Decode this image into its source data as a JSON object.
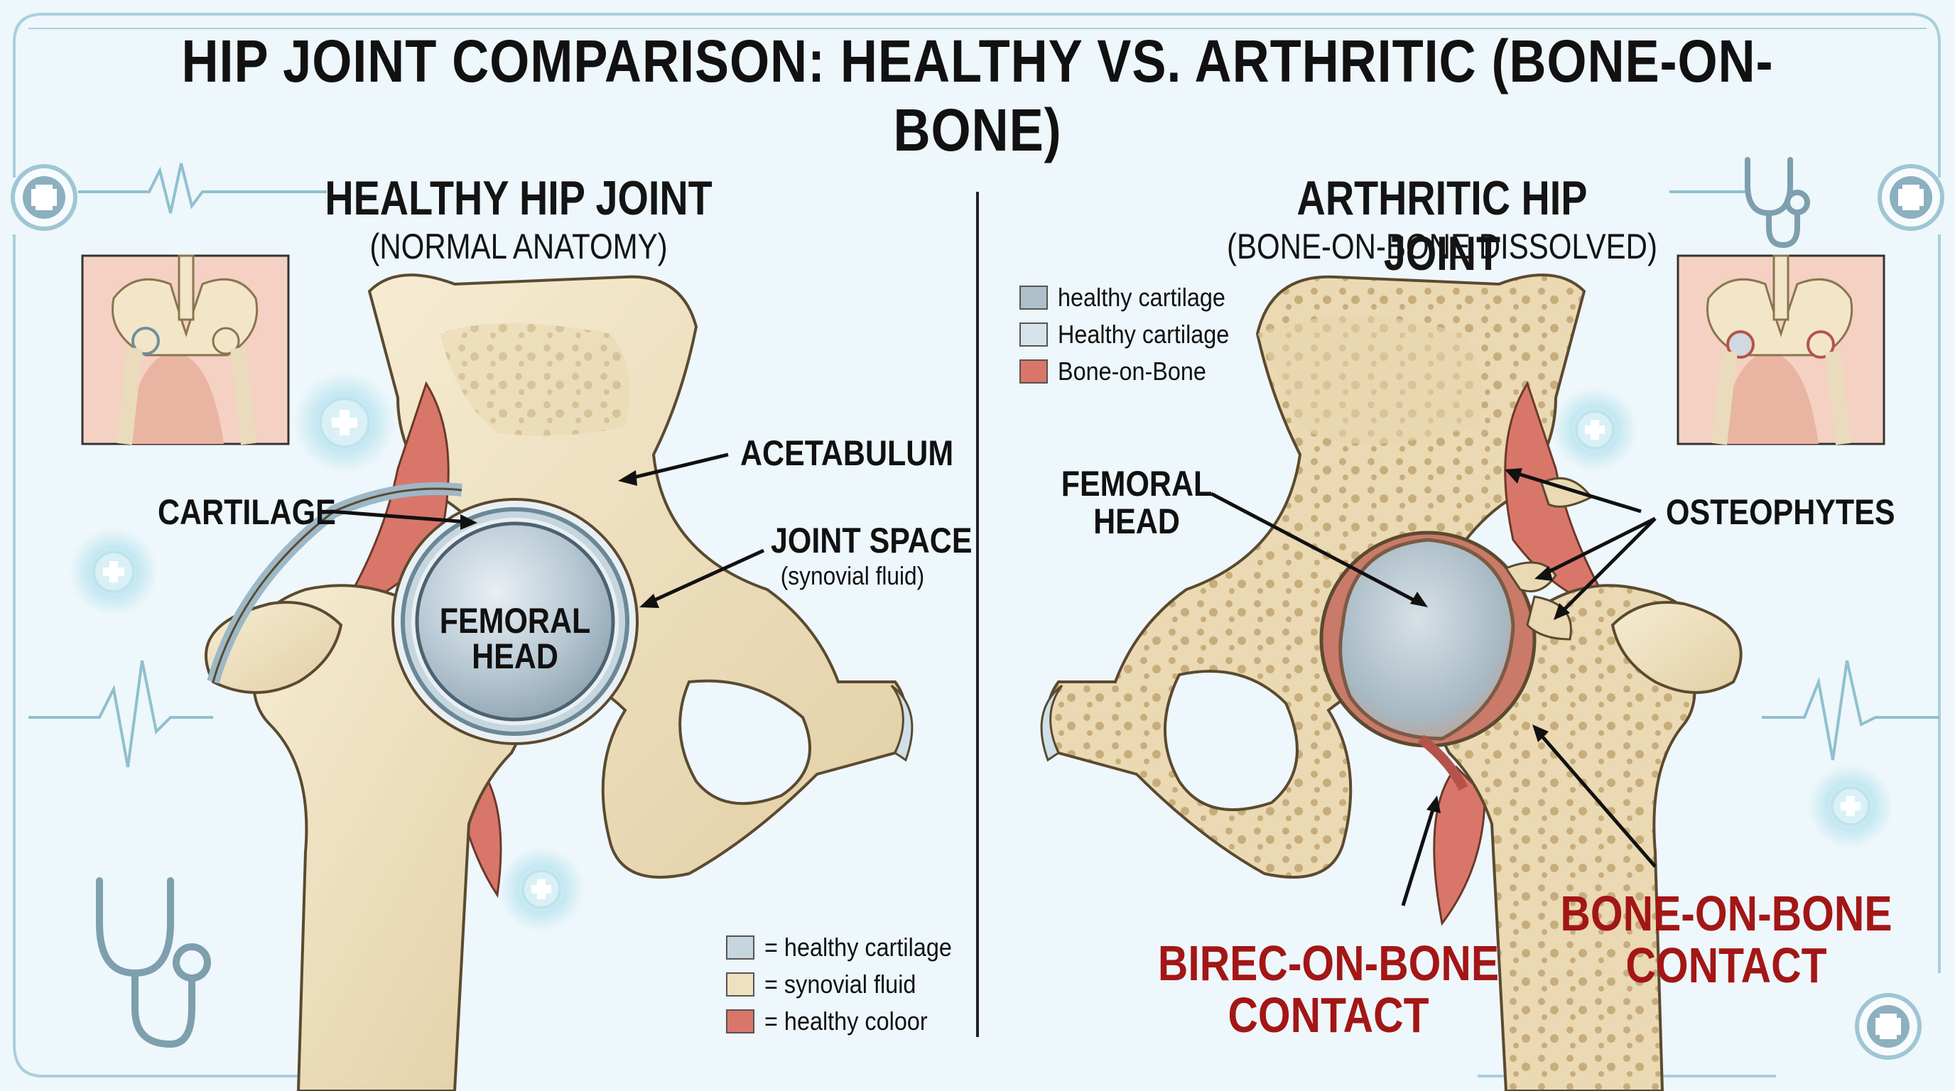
{
  "title": "HIP JOINT COMPARISON: HEALTHY VS. ARTHRITIC (BONE-ON-BONE)",
  "colors": {
    "bone": "#efe3c5",
    "bone_shade": "#d9c497",
    "cartilage": "#b9cfdc",
    "muscle": "#d9766a",
    "outline": "#5b4a30",
    "accent_red": "#a31616",
    "frame": "#9ec7d6"
  },
  "healthy": {
    "title": "HEALTHY HIP JOINT",
    "subtitle": "(NORMAL ANATOMY)",
    "labels": {
      "acetabulum": "ACETABULUM",
      "cartilage": "CARTILAGE",
      "joint_space": "JOINT SPACE",
      "joint_space_sub": "(synovial fluid)",
      "femoral_head_1": "FEMORAL",
      "femoral_head_2": "HEAD"
    },
    "legend": [
      {
        "color": "#c6d6df",
        "text": "= healthy cartilage"
      },
      {
        "color": "#efe0bf",
        "text": "= synovial fluid"
      },
      {
        "color": "#d9766a",
        "text": "= healthy coloor"
      }
    ]
  },
  "arthritic": {
    "title": "ARTHRITIC HIP JOINT",
    "subtitle": "(BONE-ON-BONE DISSOLVED)",
    "labels": {
      "femoral_head_1": "FEMORAL",
      "femoral_head_2": "HEAD",
      "osteophytes": "OSTEOPHYTES",
      "contact_left_1": "BIREC-ON-BONE",
      "contact_left_2": "CONTACT",
      "contact_right_1": "BONE-ON-BONE",
      "contact_right_2": "CONTACT"
    },
    "legend": [
      {
        "color": "#aebfc9",
        "text": "healthy cartilage"
      },
      {
        "color": "#d6e3ea",
        "text": "Healthy cartilage"
      },
      {
        "color": "#d9766a",
        "text": "Bone-on-Bone"
      }
    ]
  },
  "icons": [
    "plus-icon",
    "heartbeat-icon",
    "stethoscope-icon",
    "pelvis-thumbnail"
  ]
}
